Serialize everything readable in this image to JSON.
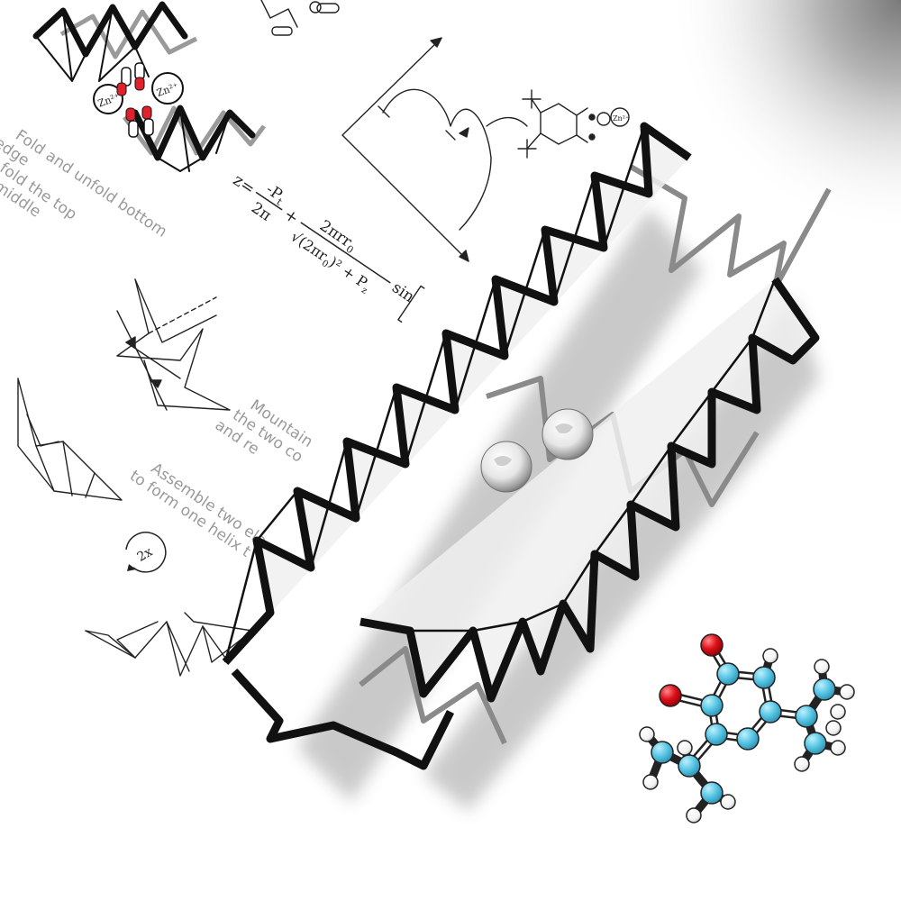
{
  "notes": {
    "step1": [
      "Fold and unfold bottom",
      "edge",
      "ey fold the top",
      "s to middle"
    ],
    "step2": [
      "Mountain",
      "the two co",
      "and re"
    ],
    "step3": [
      "Assemble two ele",
      "to form one helix t"
    ],
    "repeat_badge": "2x"
  },
  "equation": {
    "lhs": "z=",
    "term1_num": "-P",
    "term1_sub": "t",
    "term1_den": "2π",
    "plus": "+",
    "term2_num": "2πrr",
    "term2_num_sub": "0",
    "term2_den": "√(2πr",
    "term2_den_sub": "0",
    "term2_den_tail": ")² + P",
    "term2_den_tail_sub": "z",
    "sin": "sin"
  },
  "zinc_labels": [
    "Zn²⁺",
    "Zn²⁺"
  ],
  "graph_ion_label": "Zn²⁺",
  "colors": {
    "background": "#ffffff",
    "helix_dark": "#111111",
    "helix_gray": "#8a8a8a",
    "carbon": "#5bc8e6",
    "oxygen": "#e0101a",
    "hydrogen": "#ffffff",
    "ion_red": "#e0202a",
    "handwriting": "#9a9a9a"
  }
}
